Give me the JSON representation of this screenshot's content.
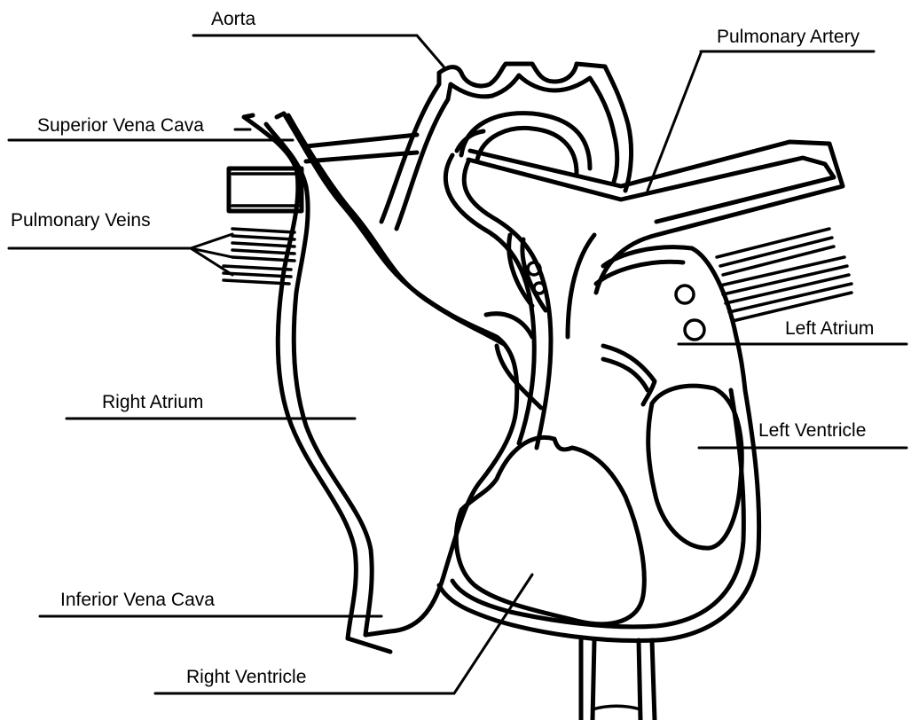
{
  "labels": {
    "aorta": "Aorta",
    "pulmonary_artery": "Pulmonary Artery",
    "superior_vena_cava": "Superior Vena Cava",
    "pulmonary_veins": "Pulmonary Veins",
    "left_atrium": "Left Atrium",
    "right_atrium": "Right Atrium",
    "left_ventricle": "Left Ventricle",
    "inferior_vena_cava": "Inferior Vena Cava",
    "right_ventricle": "Right Ventricle"
  }
}
